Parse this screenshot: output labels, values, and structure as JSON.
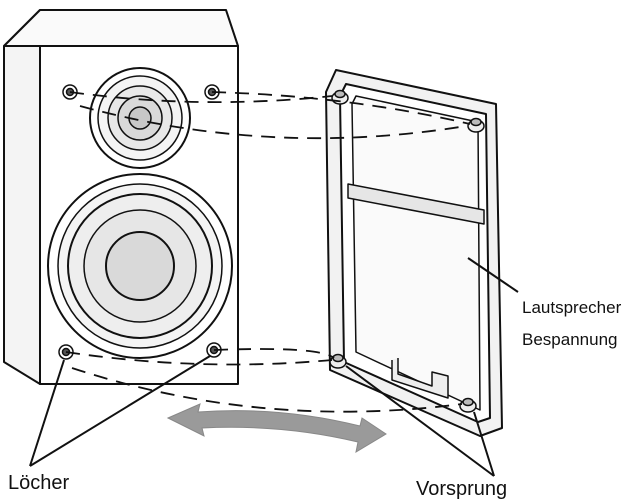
{
  "labels": {
    "grille_line1": "Lautsprecher",
    "grille_line2": "Bespannung",
    "holes": "Löcher",
    "projection": "Vorsprung"
  },
  "colors": {
    "ink": "#111111",
    "fill_light": "#f4f4f4",
    "fill_mid": "#d9d9d9",
    "arrow": "#9a9a9a"
  },
  "icons": {
    "rotation_arrow": "double-headed-curved-arrow"
  }
}
